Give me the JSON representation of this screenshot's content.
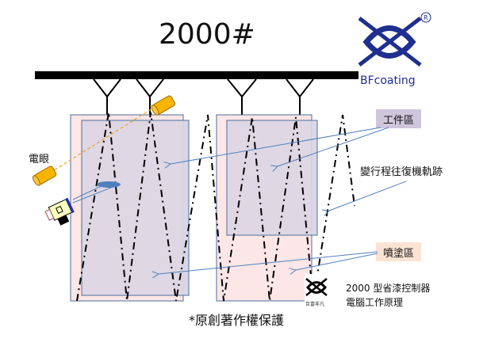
{
  "title": "2000#",
  "logo": {
    "brand": "BFcoating",
    "registered": "R"
  },
  "labels": {
    "electric_eye": "電眼",
    "workpiece_area": "工件區",
    "trajectory": "變行程往復機軌跡",
    "spray_area": "噴塗區",
    "controller_line1": "2000  型省漆控制器",
    "controller_line2": "電腦工作原理",
    "copyright": "*原創著作權保護",
    "small_logo_text": "百富非凡"
  },
  "colors": {
    "workpiece_fill": "#d9d3e3",
    "spray_fill": "#fde6e6",
    "workpiece_label_bg": "#cfc6dc",
    "spray_label_bg": "#fbe3d4",
    "arrow": "#4f81bd",
    "brand_blue": "#1f2f8f"
  }
}
